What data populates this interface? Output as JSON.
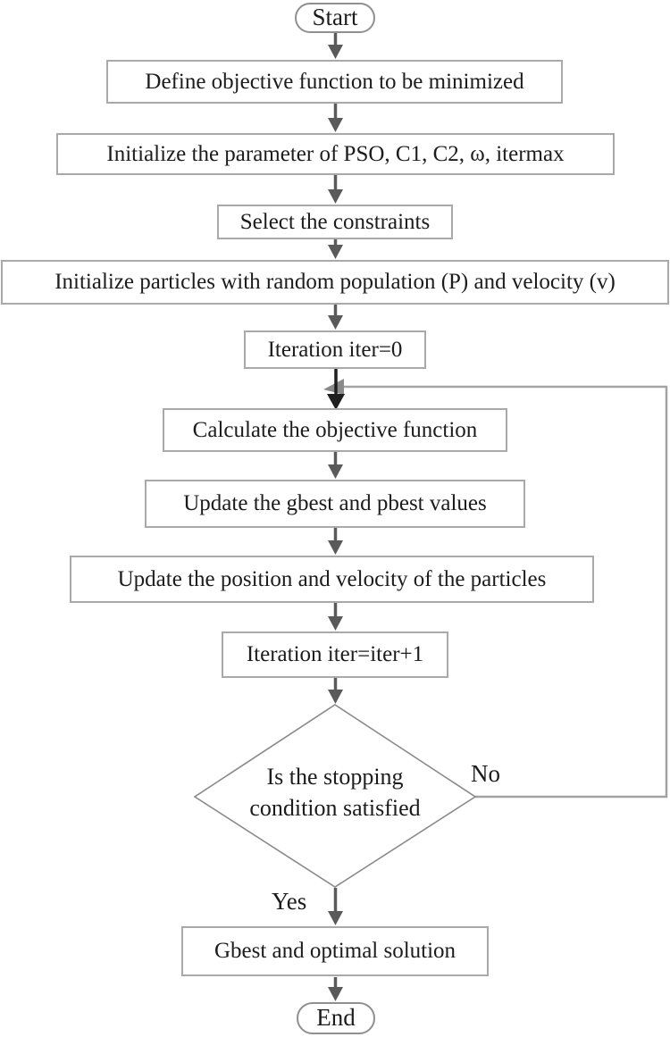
{
  "diagram": {
    "type": "flowchart",
    "nodes": [
      {
        "id": "start",
        "shape": "terminator",
        "label": "Start"
      },
      {
        "id": "define-objective",
        "shape": "process",
        "label": "Define objective function to be minimized"
      },
      {
        "id": "init-parameters",
        "shape": "process",
        "label": "Initialize the parameter of PSO, C1, C2, ω, itermax"
      },
      {
        "id": "select-constraints",
        "shape": "process",
        "label": "Select the constraints"
      },
      {
        "id": "init-particles",
        "shape": "process",
        "label": "Initialize particles with random population (P) and velocity (v)"
      },
      {
        "id": "iteration-zero",
        "shape": "process",
        "label": "Iteration iter=0"
      },
      {
        "id": "calc-objective",
        "shape": "process",
        "label": "Calculate the objective function"
      },
      {
        "id": "update-best",
        "shape": "process",
        "label": "Update the gbest and pbest values"
      },
      {
        "id": "update-pos-vel",
        "shape": "process",
        "label": "Update the position and velocity of the particles"
      },
      {
        "id": "iteration-inc",
        "shape": "process",
        "label": "Iteration iter=iter+1"
      },
      {
        "id": "stopping-check",
        "shape": "decision",
        "label": "Is the stopping\ncondition satisfied"
      },
      {
        "id": "gbest-solution",
        "shape": "process",
        "label": "Gbest and optimal solution"
      },
      {
        "id": "end",
        "shape": "terminator",
        "label": "End"
      }
    ],
    "edge_labels": {
      "no": "No",
      "yes": "Yes"
    },
    "edges": [
      {
        "from": "start",
        "to": "define-objective"
      },
      {
        "from": "define-objective",
        "to": "init-parameters"
      },
      {
        "from": "init-parameters",
        "to": "select-constraints"
      },
      {
        "from": "select-constraints",
        "to": "init-particles"
      },
      {
        "from": "init-particles",
        "to": "iteration-zero"
      },
      {
        "from": "iteration-zero",
        "to": "calc-objective"
      },
      {
        "from": "calc-objective",
        "to": "update-best"
      },
      {
        "from": "update-best",
        "to": "update-pos-vel"
      },
      {
        "from": "update-pos-vel",
        "to": "iteration-inc"
      },
      {
        "from": "iteration-inc",
        "to": "stopping-check"
      },
      {
        "from": "stopping-check",
        "to": "calc-objective",
        "label": "No"
      },
      {
        "from": "stopping-check",
        "to": "gbest-solution",
        "label": "Yes"
      },
      {
        "from": "gbest-solution",
        "to": "end"
      }
    ],
    "colors": {
      "box_border": "#a9a9a9",
      "line": "#a3a3a3",
      "arrow": "#5a5a5a",
      "arrow_dark": "#1f1f1f",
      "diamond_border": "#8a8a8a",
      "text": "#1c1c1c",
      "background": "#ffffff"
    }
  }
}
